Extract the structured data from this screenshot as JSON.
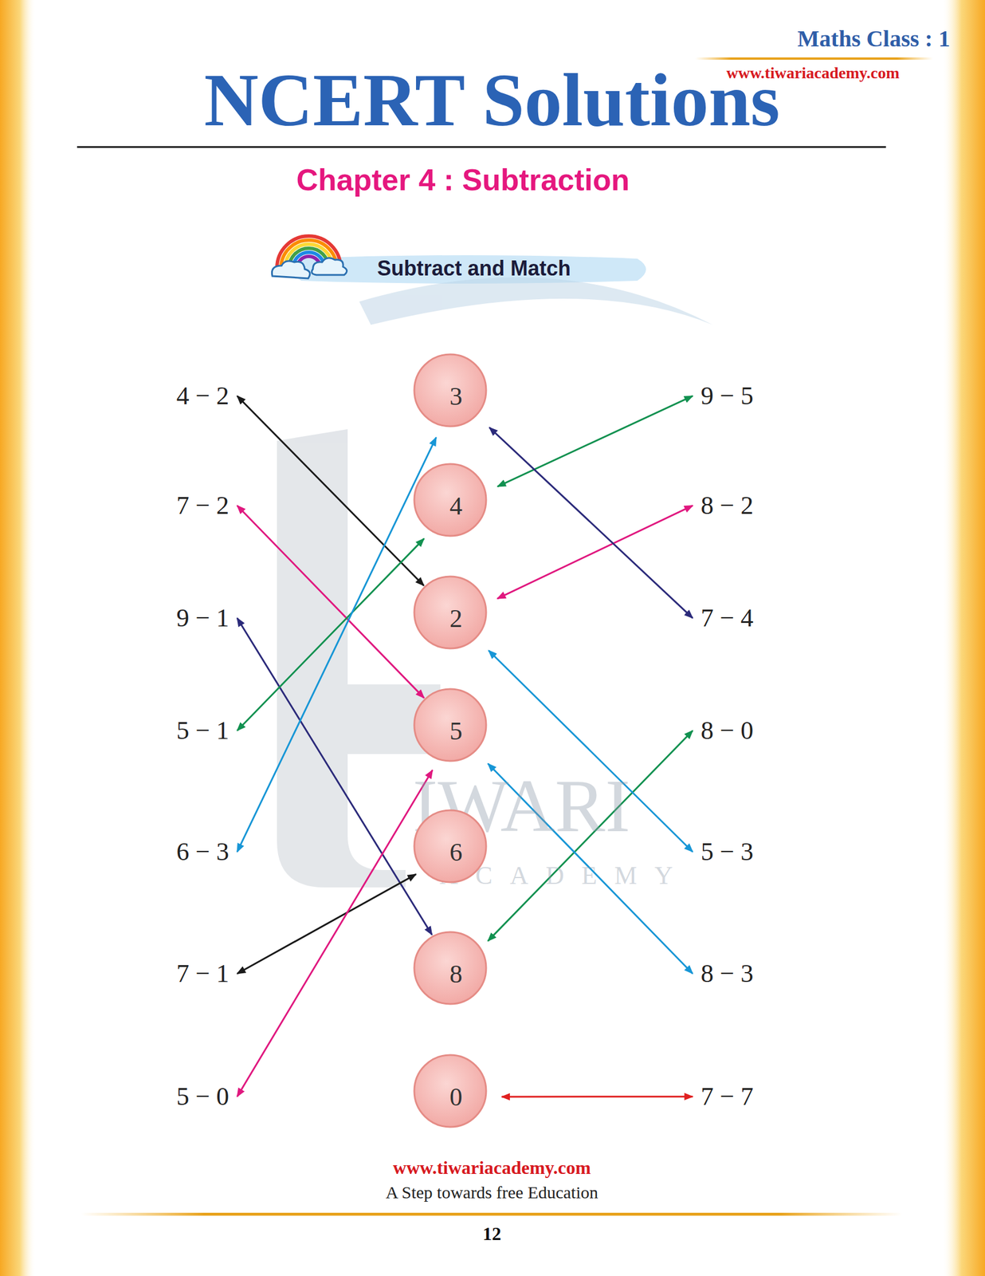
{
  "diagram": {
    "title": "NCERT Solutions",
    "nodes": [
      {
        "text": [
          "4 − 2"
        ]
      },
      {
        "text": [
          "3"
        ]
      },
      {
        "text": [
          "9 − 5"
        ]
      },
      {
        "text": [
          "7 − 2"
        ]
      },
      {
        "text": [
          "4"
        ]
      },
      {
        "text": [
          "8 − 2"
        ]
      },
      {
        "text": [
          "9 − 1"
        ]
      },
      {
        "text": [
          "2"
        ]
      },
      {
        "text": [
          "7 − 4"
        ]
      },
      {
        "text": [
          "5 − 1"
        ]
      },
      {
        "text": [
          "5"
        ]
      },
      {
        "text": [
          "8 − 0"
        ]
      },
      {
        "text": [
          "6 − 3"
        ]
      },
      {
        "text": [
          "6"
        ]
      },
      {
        "text": [
          "5 − 3"
        ]
      },
      {
        "text": [
          "7 − 1"
        ]
      },
      {
        "text": [
          "8"
        ]
      },
      {
        "text": [
          "8 − 3"
        ]
      },
      {
        "text": [
          "5 − 0"
        ]
      },
      {
        "text": [
          "0"
        ]
      },
      {
        "text": [
          "7 − 7"
        ]
      }
    ],
    "edges": [
      {
        "from": 0,
        "to": 7,
        "arrow": "both"
      },
      {
        "from": 3,
        "to": 10,
        "arrow": "both"
      },
      {
        "from": 6,
        "to": 16,
        "arrow": "both"
      },
      {
        "from": 9,
        "to": 4,
        "arrow": "both"
      },
      {
        "from": 12,
        "to": 1,
        "arrow": "both"
      },
      {
        "from": 15,
        "to": 13,
        "arrow": "both"
      },
      {
        "from": 18,
        "to": 10,
        "arrow": "both"
      },
      {
        "from": 2,
        "to": 4,
        "arrow": "both"
      },
      {
        "from": 5,
        "to": 7,
        "arrow": "both"
      },
      {
        "from": 8,
        "to": 1,
        "arrow": "both"
      },
      {
        "from": 11,
        "to": 16,
        "arrow": "both"
      },
      {
        "from": 14,
        "to": 7,
        "arrow": "both"
      },
      {
        "from": 17,
        "to": 10,
        "arrow": "both"
      },
      {
        "from": 20,
        "to": 19,
        "arrow": "both"
      }
    ],
    "labels": [
      "Maths Class : 1",
      "www.tiwariacademy.com",
      "Chapter 4 : Subtraction",
      "Subtract and Match",
      "IWARI",
      "ACADEMY",
      "www.tiwariacademy.com",
      "A Step towards free Education",
      "12"
    ]
  }
}
